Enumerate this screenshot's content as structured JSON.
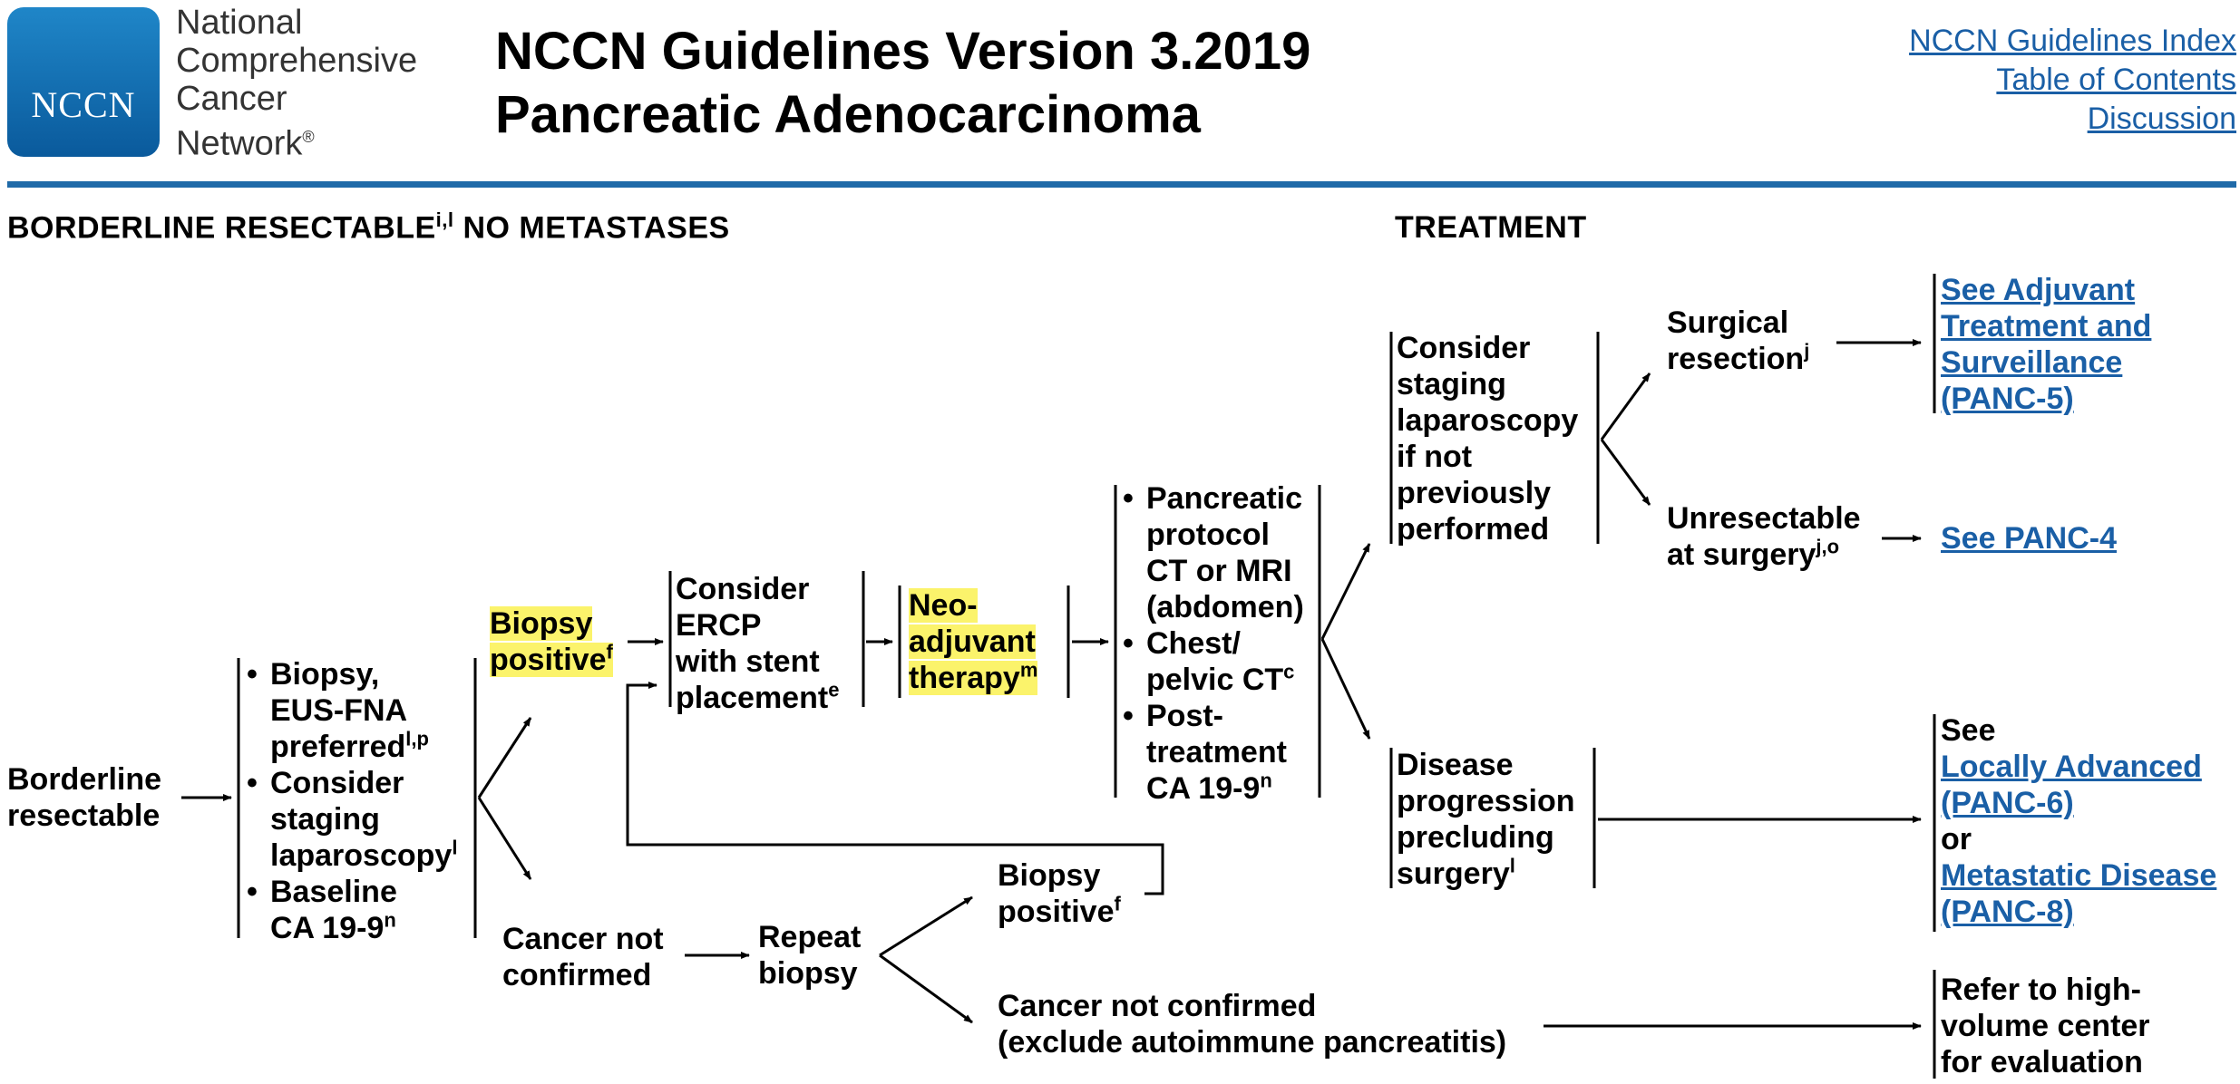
{
  "header": {
    "logo": "NCCN",
    "org_lines": [
      "National",
      "Comprehensive",
      "Cancer",
      "Network"
    ],
    "org_mark": "®",
    "title_line1": "NCCN Guidelines Version 3.2019",
    "title_line2": "Pancreatic Adenocarcinoma",
    "nav": {
      "index": "NCCN Guidelines Index",
      "toc": "Table of Contents",
      "discussion": "Discussion"
    }
  },
  "colors": {
    "brand_blue": "#1f6aa8",
    "link": "#1a5fa6",
    "highlight": "#fbf36b"
  },
  "section": {
    "left_title": "BORDERLINE RESECTABLE",
    "left_title_sup": "i,l",
    "left_title_rest": " NO METASTASES",
    "right_title": "TREATMENT"
  },
  "flow": {
    "borderline": [
      "Borderline",
      "resectable"
    ],
    "workup": {
      "b1_l1": "Biopsy,",
      "b1_l2": "EUS-FNA",
      "b1_l3": "preferred",
      "b1_sup": "l,p",
      "b2_l1": "Consider",
      "b2_l2": "staging",
      "b2_l3": "laparoscopy",
      "b2_sup": "l",
      "b3_l1": "Baseline",
      "b3_l2": "CA 19-9",
      "b3_sup": "n"
    },
    "biopsy_pos_top": {
      "l1": "Biopsy",
      "l2": "positive",
      "sup": "f"
    },
    "ercp": {
      "l1": "Consider",
      "l2": "ERCP",
      "l3": "with stent",
      "l4": "placement",
      "sup": "e"
    },
    "neoadjuvant": {
      "l1": "Neo-",
      "l2": "adjuvant",
      "l3": "therapy",
      "sup": "m"
    },
    "restaging": {
      "b1_l1": "Pancreatic",
      "b1_l2": "protocol",
      "b1_l3": "CT or MRI",
      "b1_l4": "(abdomen)",
      "b2_l1": "Chest/",
      "b2_l2": "pelvic CT",
      "b2_sup": "c",
      "b3_l1": "Post-",
      "b3_l2": "treatment",
      "b3_l3": "CA 19-9",
      "b3_sup": "n"
    },
    "staging_lap": [
      "Consider",
      "staging",
      "laparoscopy",
      "if not",
      "previously",
      "performed"
    ],
    "surgical": {
      "l1": "Surgical",
      "l2": "resection",
      "sup": "j"
    },
    "unresectable": {
      "l1": "Unresectable",
      "l2": "at surgery",
      "sup": "j,o"
    },
    "see_adjuvant": [
      "See Adjuvant",
      "Treatment and",
      "Surveillance",
      "(PANC-5)"
    ],
    "see_panc4": "See PANC-4",
    "disease_prog": {
      "l1": "Disease",
      "l2": "progression",
      "l3": "precluding",
      "l4": "surgery",
      "sup": "l"
    },
    "see_locally": {
      "see": "See",
      "la1": "Locally Advanced",
      "la2": "(PANC-6)",
      "or": "or",
      "md1": "Metastatic Disease",
      "md2": "(PANC-8)"
    },
    "cancer_not_confirmed": [
      "Cancer not",
      "confirmed"
    ],
    "repeat_biopsy": [
      "Repeat",
      "biopsy"
    ],
    "biopsy_pos_bottom": {
      "l1": "Biopsy",
      "l2": "positive",
      "sup": "f"
    },
    "cancer_not_confirmed2": [
      "Cancer not confirmed",
      "(exclude autoimmune pancreatitis)"
    ],
    "refer": [
      "Refer to high-",
      "volume center",
      "for evaluation"
    ]
  }
}
